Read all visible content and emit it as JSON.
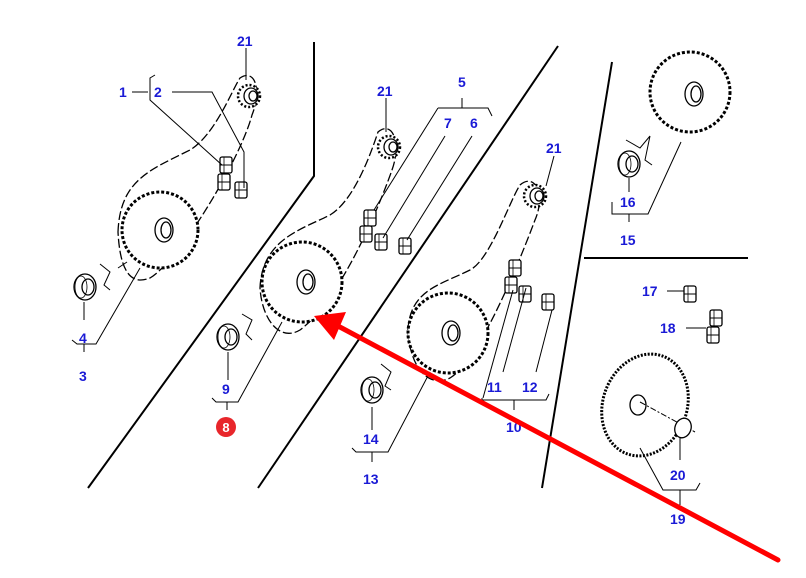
{
  "diagram": {
    "title": "Chain drive sprocket assembly exploded parts diagram",
    "label_color": "#1a1ad6",
    "highlight_color": "#e8262b",
    "arrow_color": "#ff0000",
    "highlighted_part": "8",
    "labels": {
      "p1": "1",
      "p2": "2",
      "p3": "3",
      "p4": "4",
      "p5": "5",
      "p6": "6",
      "p7": "7",
      "p8": "8",
      "p9": "9",
      "p10": "10",
      "p11": "11",
      "p12": "12",
      "p13": "13",
      "p14": "14",
      "p15": "15",
      "p16": "16",
      "p17": "17",
      "p18": "18",
      "p19": "19",
      "p20": "20",
      "p21a": "21",
      "p21b": "21",
      "p21c": "21"
    },
    "callout_arrow": {
      "points_to": "sprocket of assembly 8"
    }
  }
}
